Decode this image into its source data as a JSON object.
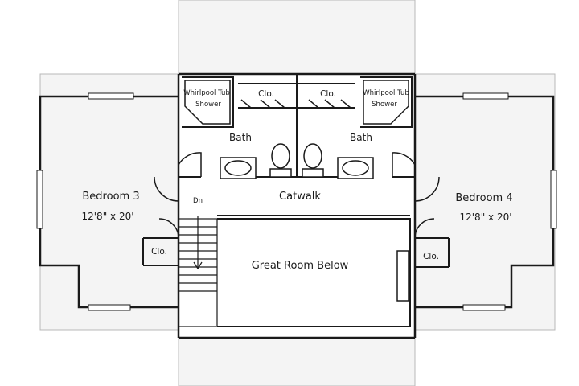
{
  "rooms": {
    "bedroom3": {
      "name": "Bedroom 3",
      "dims": "12'8\" x 20'"
    },
    "bedroom4": {
      "name": "Bedroom 4",
      "dims": "12'8\" x 20'"
    },
    "bath_left": {
      "name": "Bath"
    },
    "bath_right": {
      "name": "Bath"
    },
    "catwalk": {
      "name": "Catwalk"
    },
    "great_room": {
      "name": "Great Room Below"
    },
    "closet_top_left": {
      "name": "Clo."
    },
    "closet_top_right": {
      "name": "Clo."
    },
    "closet_bed3": {
      "name": "Clo."
    },
    "closet_bed4": {
      "name": "Clo."
    }
  },
  "fixtures": {
    "tub_left": {
      "line1": "Whirlpool Tub",
      "line2": "Shower"
    },
    "tub_right": {
      "line1": "Whirlpool Tub",
      "line2": "Shower"
    }
  },
  "stairs": {
    "label": "Dn"
  }
}
